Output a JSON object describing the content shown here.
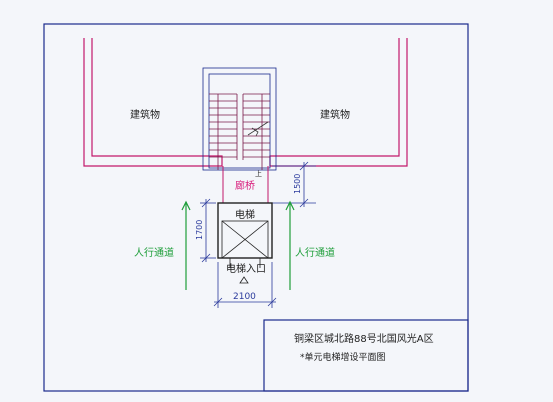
{
  "labels": {
    "building_left": "建筑物",
    "building_right": "建筑物",
    "corridor": "廊桥",
    "elevator": "电梯",
    "elevator_entrance": "电梯入口",
    "walkway_left": "人行通道",
    "walkway_right": "人行通道",
    "dim_corridor": "1500",
    "dim_elevator_depth": "1700",
    "dim_elevator_width": "2100",
    "up_mark": "上",
    "title_line1": "铜梁区城北路88号北国风光A区",
    "title_line2": "*单元电梯增设平面图"
  },
  "colors": {
    "frame": "#1a2a8c",
    "building": "#c2186b",
    "corridor_text": "#d81b7a",
    "walkway": "#1e9e3a",
    "dimension": "#2a3a9c",
    "stair": "#7a1a4a"
  }
}
